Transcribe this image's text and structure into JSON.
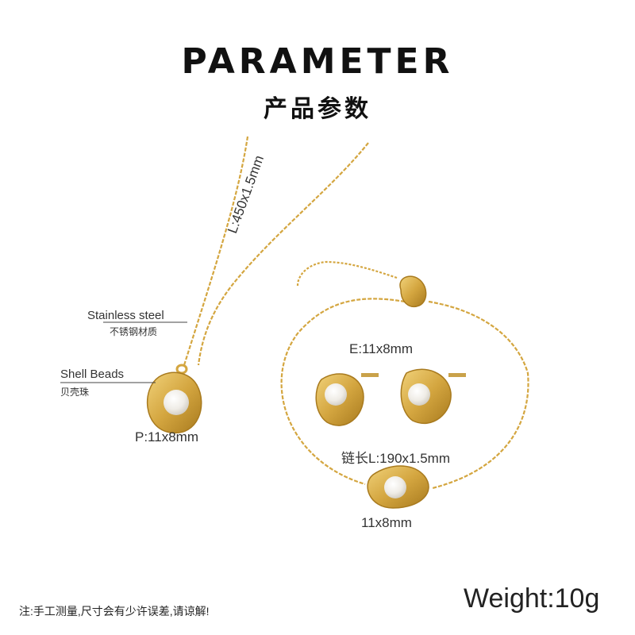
{
  "header": {
    "title": "PARAMETER",
    "subtitle": "产品参数"
  },
  "necklace": {
    "chain_length": "L:450x1.5mm",
    "material_en": "Stainless steel",
    "material_cn": "不锈钢材质",
    "bead_en": "Shell Beads",
    "bead_cn": "贝壳珠",
    "pendant_size": "P:11x8mm"
  },
  "earrings": {
    "size": "E:11x8mm"
  },
  "bracelet": {
    "chain_length": "链长L:190x1.5mm",
    "charm_size": "11x8mm"
  },
  "footer": {
    "note": "注:手工测量,尺寸会有少许误差,请谅解!",
    "weight": "Weight:10g"
  },
  "colors": {
    "gold": "#d4a640",
    "gold_dark": "#a87a1e",
    "pearl": "#f4f2ee"
  }
}
